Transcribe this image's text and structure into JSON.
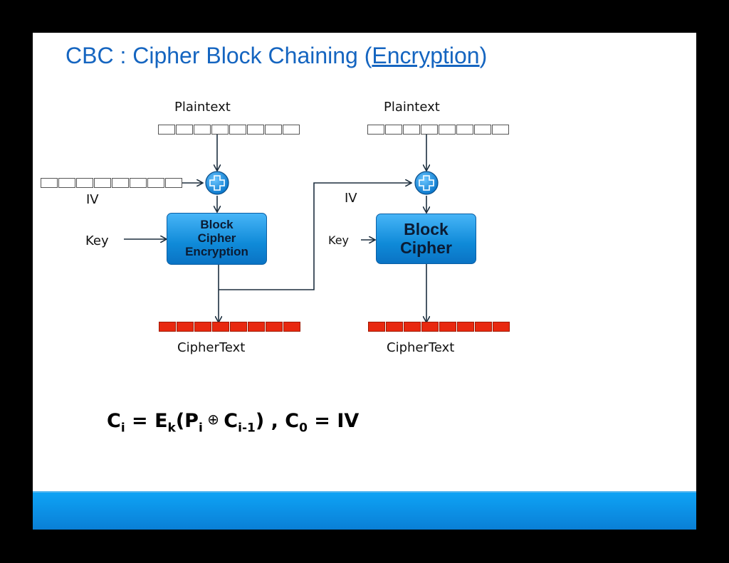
{
  "title": {
    "main": "CBC : Cipher Block Chaining  (",
    "link": "Encryption",
    "close": ")"
  },
  "left_stage": {
    "plaintext_label": "Plaintext",
    "iv_label": "IV",
    "key_label": "Key",
    "cipher_box_lines": [
      "Block",
      "Cipher",
      "Encryption"
    ],
    "ciphertext_label": "CipherText",
    "plaintext_blocks": 8,
    "iv_blocks": 8,
    "ciphertext_blocks": 8
  },
  "right_stage": {
    "plaintext_label": "Plaintext",
    "iv_label": "IV",
    "key_label": "Key",
    "cipher_box_lines": [
      "Block",
      "Cipher"
    ],
    "ciphertext_label": "CipherText",
    "plaintext_blocks": 8,
    "ciphertext_blocks": 8
  },
  "formula": {
    "c": "C",
    "i": "i",
    "eq": " = E",
    "k": "k",
    "open": "(P",
    "i2": "i",
    "oplus": " ⊕ ",
    "c2": "C",
    "im1": "i-1",
    "close": ") , C",
    "zero": "0",
    "end": " = IV"
  },
  "colors": {
    "title": "#1565c0",
    "box": "#1a8fe0",
    "ciphertext_fill": "#e8280f",
    "footer": "#0a8fe0"
  }
}
